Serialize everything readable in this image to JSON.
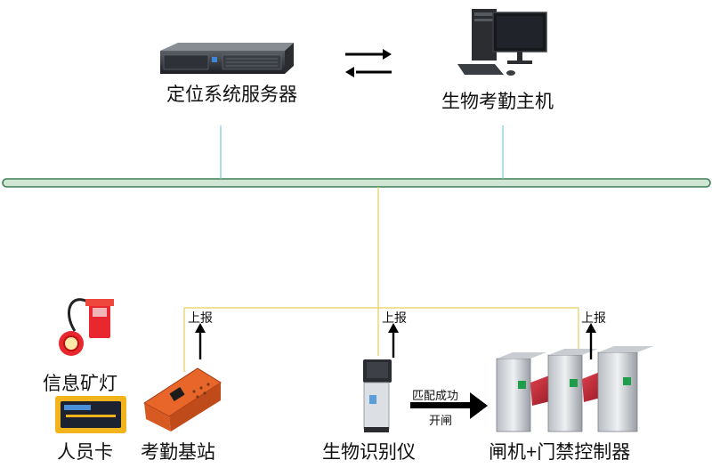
{
  "nodes": {
    "server": "定位系统服务器",
    "attendance_host": "生物考勤主机",
    "info_lamp": "信息矿灯",
    "personnel_card": "人员卡",
    "base_station": "考勤基站",
    "bio_reader": "生物识别仪",
    "gate_controller": "闸机+门禁控制器"
  },
  "flows": {
    "report": "上报",
    "match_success": "匹配成功",
    "open_gate": "开闸"
  },
  "colors": {
    "bus_fill": "#cfe6d4",
    "bus_border": "#3f7f55",
    "uplink": "#7ec8d8",
    "feeder": "#e6cd5c",
    "device_orange": "#e8662a",
    "gate_red": "#c4232f"
  }
}
